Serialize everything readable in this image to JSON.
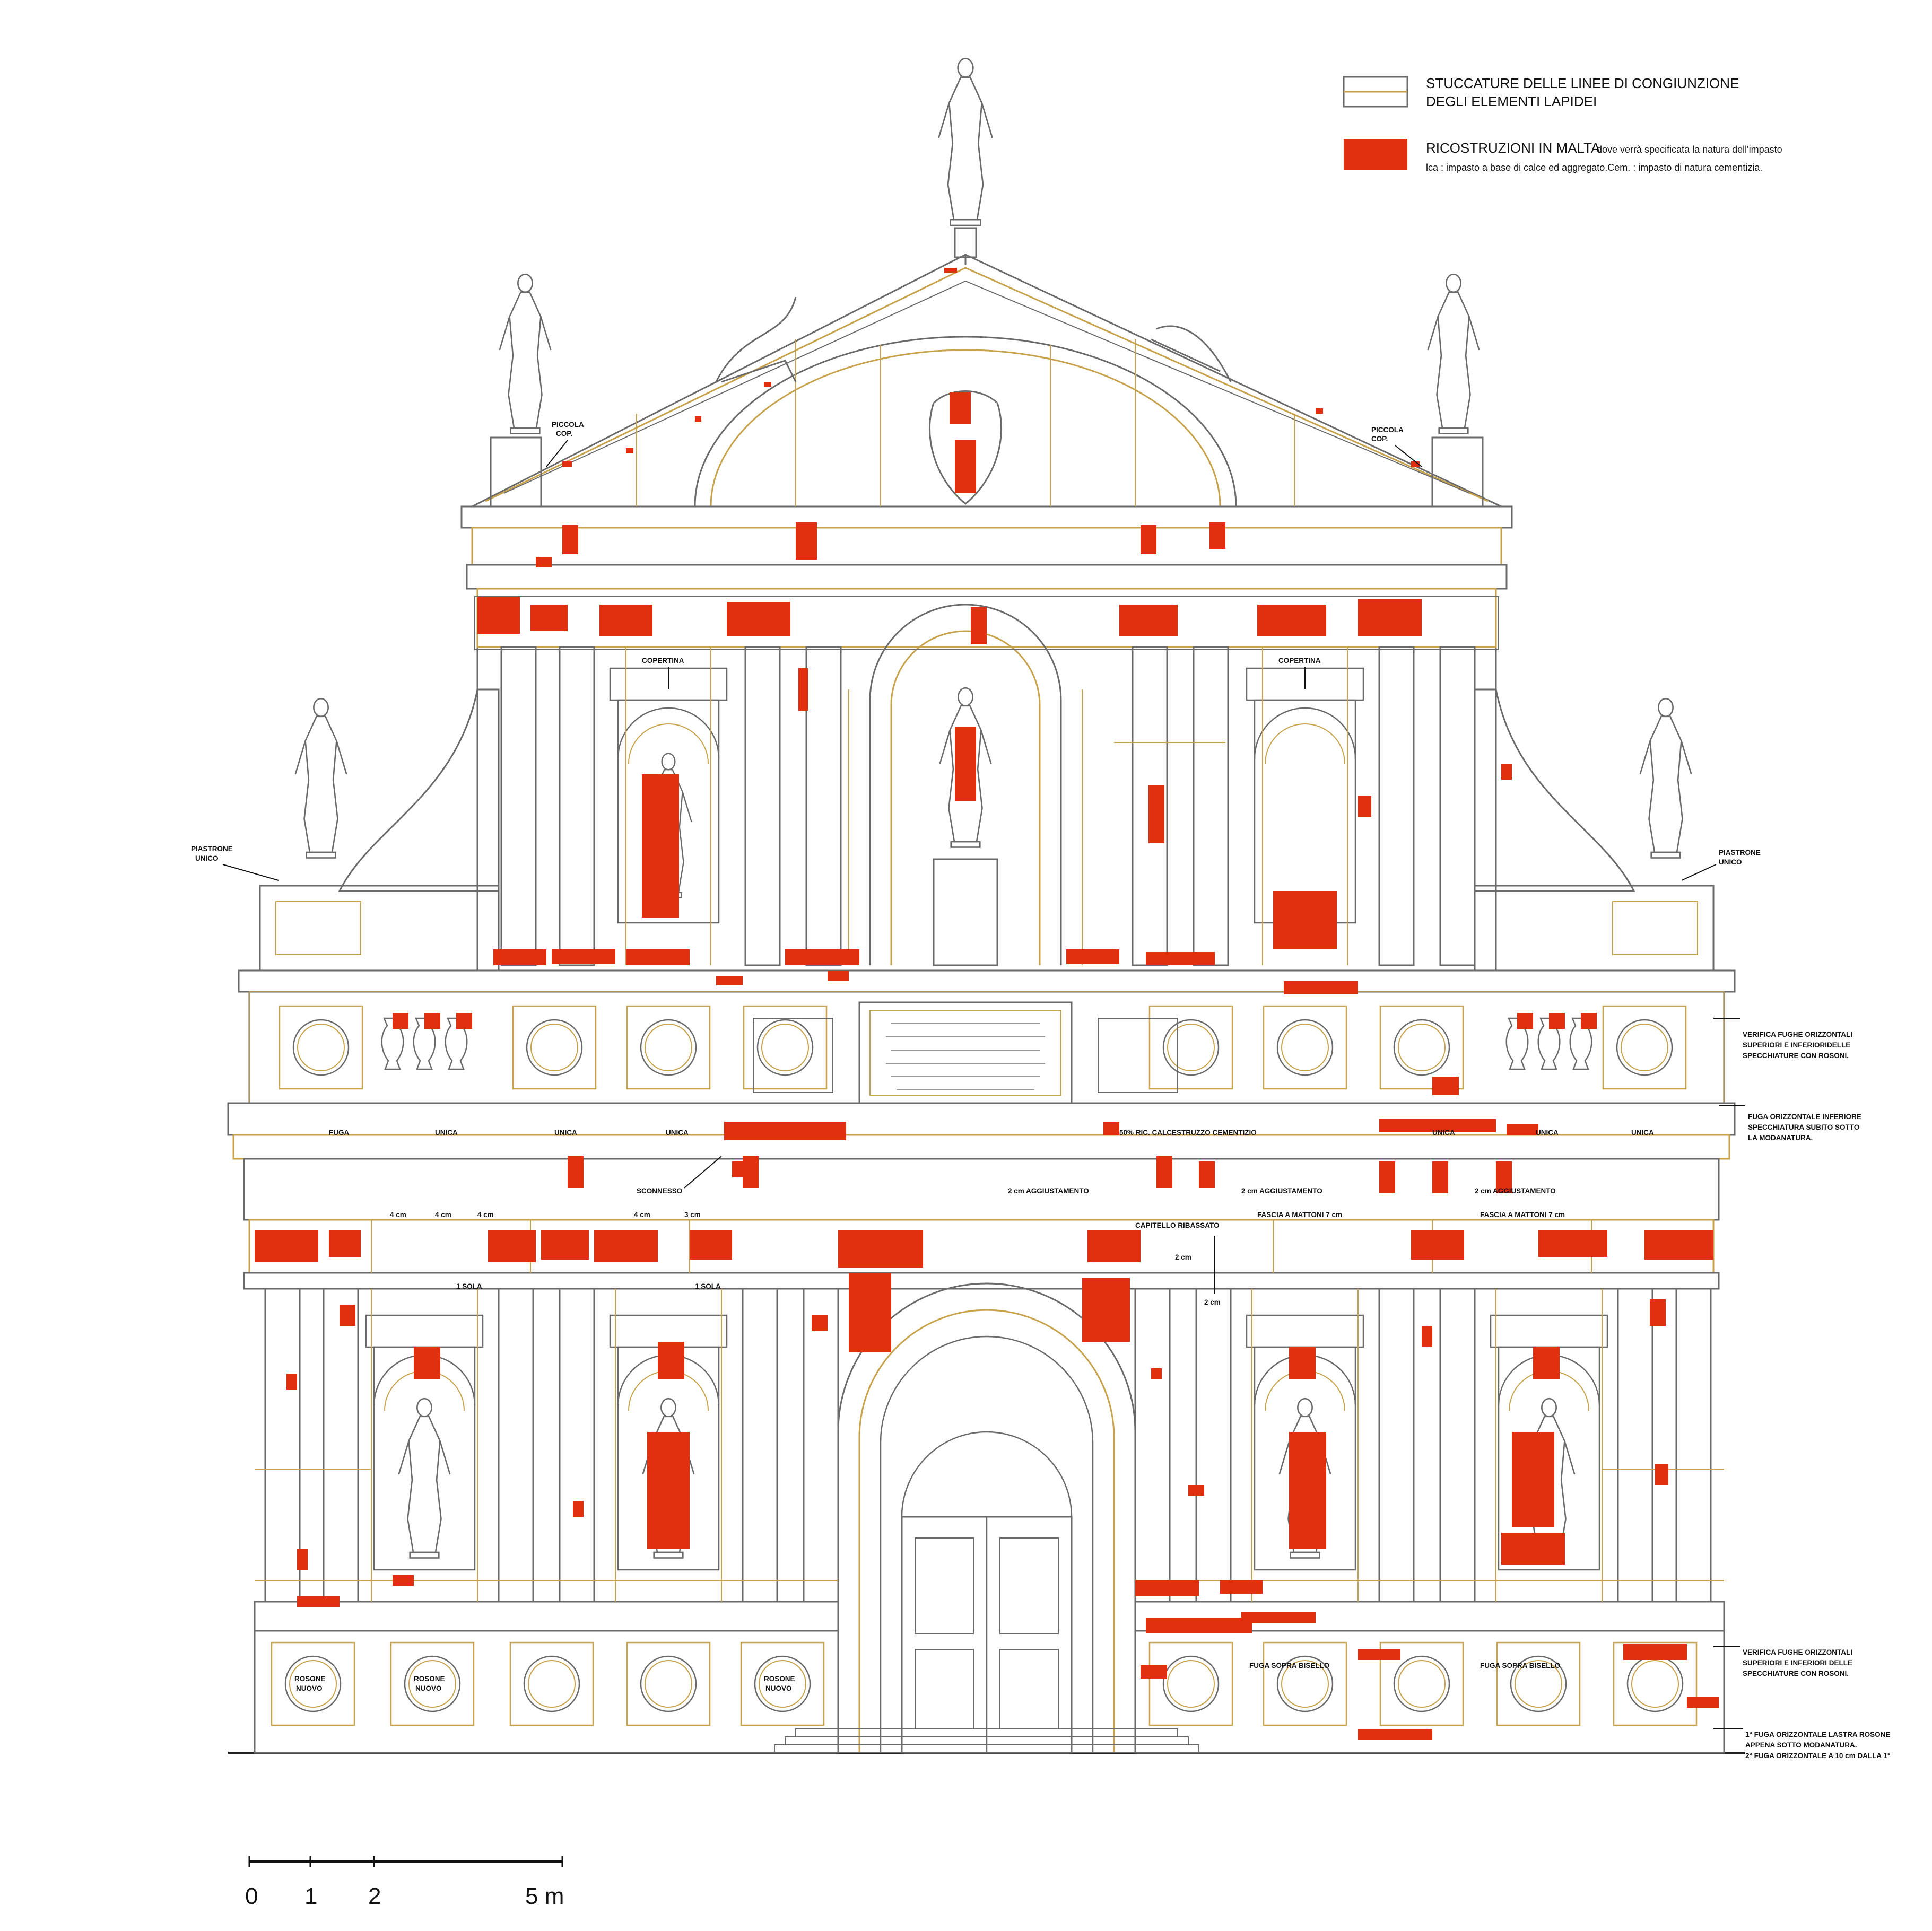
{
  "colors": {
    "joint": "#c8a24a",
    "mortar": "#e03010",
    "outline": "#6a6a6a",
    "text": "#111111",
    "background": "#ffffff"
  },
  "legend": {
    "joint_line1": "STUCCATURE DELLE LINEE DI CONGIUNZIONE",
    "joint_line2": "DEGLI ELEMENTI LAPIDEI",
    "mortar_title": "RICOSTRUZIONI IN MALTA",
    "mortar_note": "dove verrà specificata la natura dell'impasto",
    "mortar_line2": "lca : impasto a base di calce ed aggregato.Cem. : impasto di natura cementizia."
  },
  "labels": {
    "piccola_cop_left_1": "PICCOLA",
    "piccola_cop_left_2": "COP.",
    "piccola_cop_right_1": "PICCOLA",
    "piccola_cop_right_2": "COP.",
    "copertina_left": "COPERTINA",
    "copertina_right": "COPERTINA",
    "piastrone_left_1": "PIASTRONE",
    "piastrone_left_2": "UNICO",
    "piastrone_right_1": "PIASTRONE",
    "piastrone_right_2": "UNICO",
    "verifica_top_1": "VERIFICA FUGHE ORIZZONTALI",
    "verifica_top_2": "SUPERIORI E INFERIORIDELLE",
    "verifica_top_3": "SPECCHIATURE CON ROSONI.",
    "fuga_inf_1": "FUGA ORIZZONTALE INFERIORE",
    "fuga_inf_2": "SPECCHIATURA SUBITO SOTTO",
    "fuga_inf_3": "LA MODANATURA.",
    "fuga": "FUGA",
    "unica_1": "UNICA",
    "unica_2": "UNICA",
    "unica_3": "UNICA",
    "unica_4": "UNICA",
    "unica_5": "UNICA",
    "unica_6": "UNICA",
    "ric_cls": "50% RIC. CALCESTRUZZO CEMENTIZIO",
    "sconnesso": "SCONNESSO",
    "aggiust_1": "2 cm AGGIUSTAMENTO",
    "aggiust_2": "2 cm AGGIUSTAMENTO",
    "aggiust_3": "2 cm AGGIUSTAMENTO",
    "capitello": "CAPITELLO RIBASSATO",
    "fascia_1": "FASCIA A MATTONI 7 cm",
    "fascia_2": "FASCIA A MATTONI 7 cm",
    "cm4_1": "4 cm",
    "cm4_2": "4 cm",
    "cm4_3": "4 cm",
    "cm4_4": "4 cm",
    "cm3": "3 cm",
    "cm2_a": "2 cm",
    "cm2_b": "2 cm",
    "sola_1": "1 SOLA",
    "sola_2": "1 SOLA",
    "verifica_bot_1": "VERIFICA FUGHE ORIZZONTALI",
    "verifica_bot_2": "SUPERIORI E INFERIORI DELLE",
    "verifica_bot_3": "SPECCHIATURE CON ROSONI.",
    "fuga_bisello_1": "FUGA SOPRA BISELLO",
    "fuga_bisello_2": "FUGA SOPRA BISELLO",
    "rosone_a_1": "ROSONE",
    "rosone_a_2": "NUOVO",
    "rosone_b_1": "ROSONE",
    "rosone_b_2": "NUOVO",
    "rosone_c_1": "ROSONE",
    "rosone_c_2": "NUOVO",
    "fuga_lastra_1": "1° FUGA ORIZZONTALE LASTRA ROSONE",
    "fuga_lastra_2": "APPENA SOTTO MODANATURA.",
    "fuga_lastra_3": "2° FUGA ORIZZONTALE A 10 cm DALLA 1°"
  },
  "scale_bar": {
    "ticks": [
      "0",
      "1",
      "2",
      "5 m"
    ]
  }
}
